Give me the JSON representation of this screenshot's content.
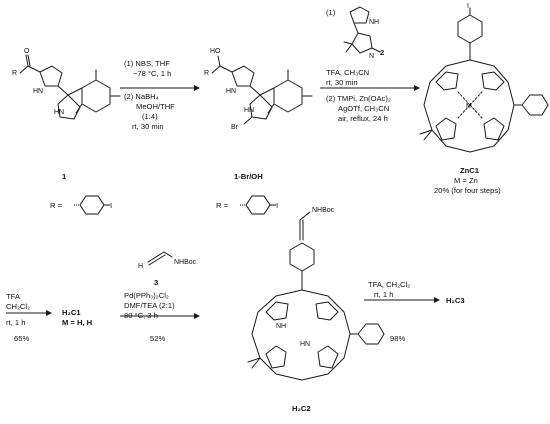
{
  "compounds": {
    "c1": {
      "label": "1",
      "r_def": "R ="
    },
    "c1br": {
      "label": "1-Br/OH",
      "r_def": "R ="
    },
    "znc1": {
      "label": "ZnC1",
      "metal": "M = Zn",
      "yield": "20% (for four steps)"
    },
    "h2c1": {
      "label": "H₂C1",
      "metal": "M = H, H"
    },
    "h2c2": {
      "label": "H₂C2"
    },
    "h2c3": {
      "label": "H₂C3"
    },
    "c2": {
      "label": "2"
    },
    "c3": {
      "label": "3"
    }
  },
  "step1": {
    "l1": "(1) NBS, THF",
    "l2": "−78 °C, 1 h",
    "l3": "(2) NaBH₄",
    "l4": "MeOH/THF",
    "l5": "(1:4)",
    "l6": "rt, 30 min"
  },
  "step2": {
    "pre": "(1)",
    "l1": "TFA, CH₃CN",
    "l2": "rt, 30 min",
    "l3": "(2) TMPi, Zn(OAc)₂",
    "l4": "AgOTf, CH₃CN",
    "l5": "air, reflux, 24 h"
  },
  "step3": {
    "l1": "TFA",
    "l2": "CH₂Cl₂",
    "l3": "rt, 1 h",
    "yield": "65%"
  },
  "step4": {
    "l1": "Pd(PPh₃)₂Cl₂",
    "l2": "DMF/TEA (2:1)",
    "l3": "80 °C, 3 h",
    "yield": "52%"
  },
  "step5": {
    "l1": "TFA, CH₂Cl₂",
    "l2": "rt, 1 h",
    "yield": "98%"
  },
  "atoms": {
    "R": "R",
    "O": "O",
    "HO": "HO",
    "NH": "NH",
    "HN": "HN",
    "N": "N",
    "Br": "Br",
    "I": "I",
    "M": "M",
    "H": "H",
    "NHBoc": "NHBoc"
  }
}
